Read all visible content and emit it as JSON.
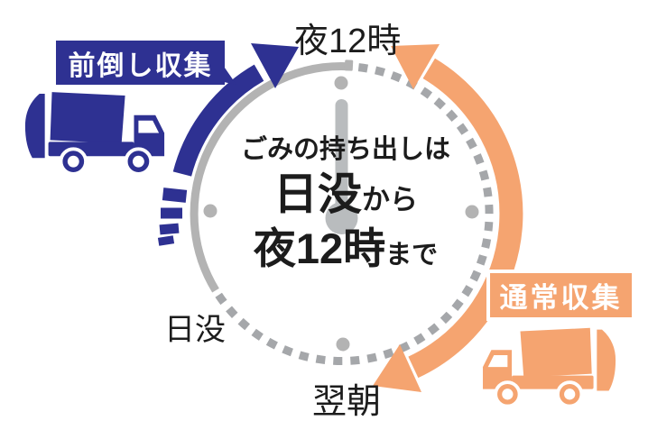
{
  "diagram_title": "ごみの持ち出しは日没から夜12時まで",
  "clock": {
    "label_midnight": "夜12時",
    "label_sunset": "日没",
    "label_next_morning": "翌朝",
    "center_text": {
      "line1": "ごみの持ち出しは",
      "line2_big": "日没",
      "line2_small": "から",
      "line3_big": "夜12時",
      "line3_small": "まで"
    }
  },
  "collections": {
    "early": {
      "label": "前倒し収集",
      "color": "#2e3192",
      "icon": "garbage-truck-icon"
    },
    "normal": {
      "label": "通常収集",
      "color": "#f5a470",
      "icon": "garbage-truck-icon"
    }
  },
  "colors": {
    "early_blue": "#2e3192",
    "normal_orange": "#f5a470",
    "clock_gray": "#b3b3b3",
    "dashed_gray": "#a5a7aa",
    "hand_gray": "#b9bcbe",
    "text_black": "#1c1c1c",
    "background": "#ffffff"
  }
}
